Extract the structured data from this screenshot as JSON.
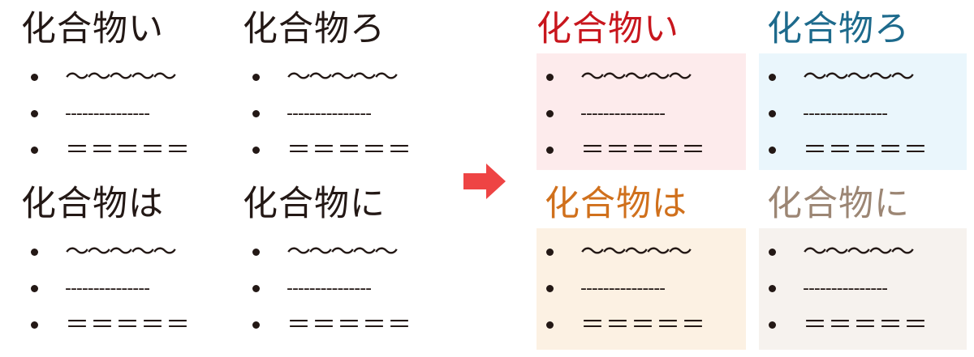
{
  "items": [
    "〜〜〜〜〜",
    "---------------",
    "＝＝＝＝＝"
  ],
  "left_blocks": [
    {
      "title": "化合物い"
    },
    {
      "title": "化合物ろ"
    },
    {
      "title": "化合物は"
    },
    {
      "title": "化合物に"
    }
  ],
  "right_blocks": [
    {
      "title": "化合物い",
      "title_color": "#c8161d",
      "panel_color": "#fdebec"
    },
    {
      "title": "化合物ろ",
      "title_color": "#1d6a8c",
      "panel_color": "#eaf6fc"
    },
    {
      "title": "化合物は",
      "title_color": "#d0701c",
      "panel_color": "#fcf1e3"
    },
    {
      "title": "化合物に",
      "title_color": "#9c8674",
      "panel_color": "#f6f2ee"
    }
  ],
  "arrow": {
    "icon": "right-arrow-icon",
    "color": "#ee4444"
  }
}
